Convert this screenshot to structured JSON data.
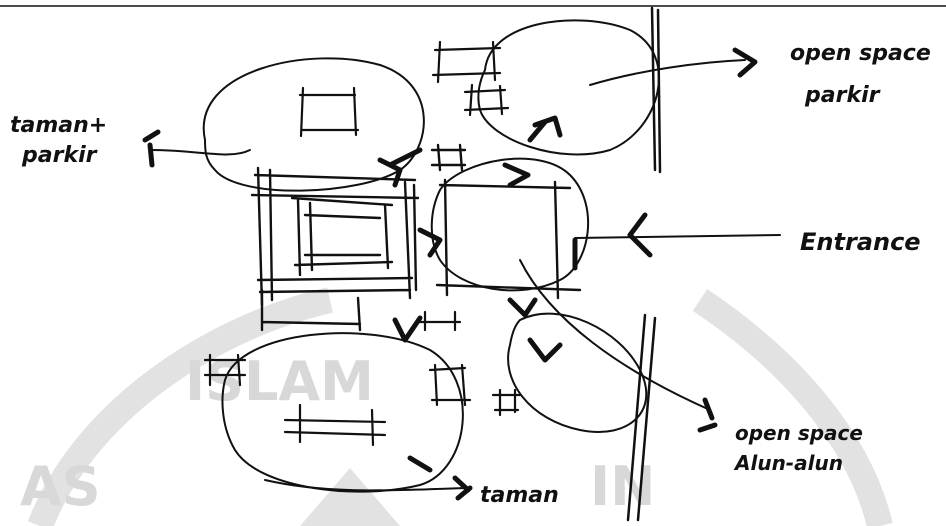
{
  "labels": {
    "taman_parkir_line1": "taman+",
    "taman_parkir_line2": "parkir",
    "open_space_parkir_line1": "open space",
    "open_space_parkir_line2": "parkir",
    "entrance": "Entrance",
    "open_space_alun_line1": "open space",
    "open_space_alun_line2": "Alun-alun",
    "taman": "taman"
  },
  "watermark": {
    "text_top": "ISLAM",
    "text_left": "AS",
    "text_right": "IN",
    "color": "#d8d8d8"
  },
  "colors": {
    "ink": "#111111",
    "background": "#ffffff"
  }
}
